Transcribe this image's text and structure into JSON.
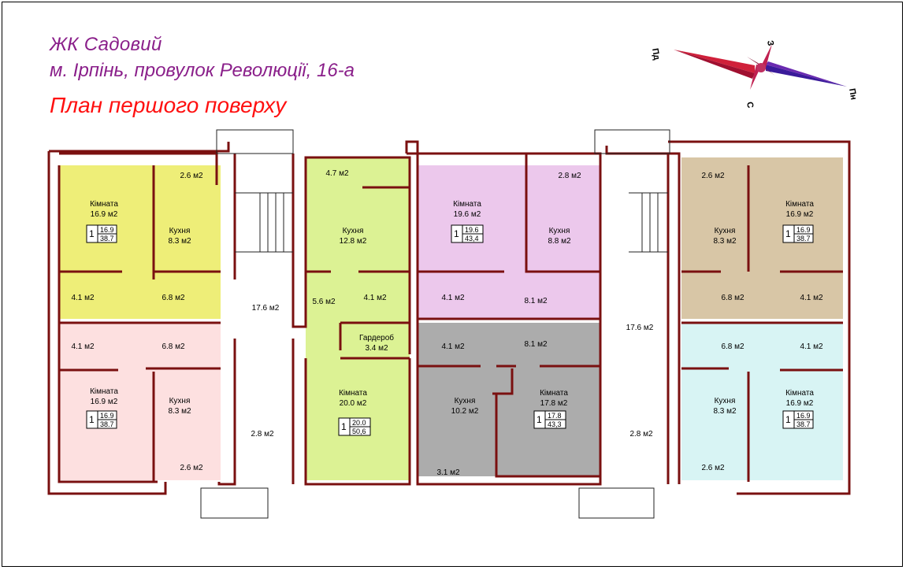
{
  "header": {
    "complex": "ЖК Садовий",
    "address": "м. Ірпінь, провулок Революції, 16-а",
    "plan_title": "План першого поверху"
  },
  "compass": {
    "n": "С",
    "s": "Пд",
    "e": "Пн",
    "w": "З"
  },
  "colors": {
    "yellow": "#eeee78",
    "pink": "#fde0e0",
    "green": "#dcf294",
    "lilac": "#ecc8ec",
    "gray": "#acacac",
    "tan": "#d8c6a6",
    "cyan": "#d8f4f4",
    "wall": "#7a1010",
    "title_purple": "#8a1f8a",
    "title_red": "#ff1010"
  },
  "rooms": [
    {
      "id": "r1",
      "name": "Кімната",
      "area": "16.9 м2"
    },
    {
      "id": "r2",
      "name": "Кухня",
      "area": "8.3 м2"
    },
    {
      "id": "r3",
      "area": "2.6 м2"
    },
    {
      "id": "r4",
      "area": "4.1 м2"
    },
    {
      "id": "r5",
      "area": "6.8 м2"
    },
    {
      "id": "r6",
      "area": "4.1 м2"
    },
    {
      "id": "r7",
      "area": "6.8 м2"
    },
    {
      "id": "r8",
      "name": "Кімната",
      "area": "16.9 м2"
    },
    {
      "id": "r9",
      "name": "Кухня",
      "area": "8.3 м2"
    },
    {
      "id": "r10",
      "area": "2.6 м2"
    },
    {
      "id": "r11",
      "area": "17.6 м2"
    },
    {
      "id": "r12",
      "area": "2.8 м2"
    },
    {
      "id": "r13",
      "area": "4.7 м2"
    },
    {
      "id": "r14",
      "name": "Кухня",
      "area": "12.8 м2"
    },
    {
      "id": "r15",
      "area": "5.6 м2"
    },
    {
      "id": "r16",
      "area": "4.1 м2"
    },
    {
      "id": "r17",
      "name": "Гардероб",
      "area": "3.4 м2"
    },
    {
      "id": "r18",
      "name": "Кімната",
      "area": "20.0 м2"
    },
    {
      "id": "r19",
      "name": "Кімната",
      "area": "19.6 м2"
    },
    {
      "id": "r20",
      "area": "2.8 м2"
    },
    {
      "id": "r21",
      "name": "Кухня",
      "area": "8.8 м2"
    },
    {
      "id": "r22",
      "area": "4.1 м2"
    },
    {
      "id": "r23",
      "area": "8.1 м2"
    },
    {
      "id": "r24",
      "area": "4.1 м2"
    },
    {
      "id": "r25",
      "area": "8.1 м2"
    },
    {
      "id": "r26",
      "name": "Кухня",
      "area": "10.2 м2"
    },
    {
      "id": "r27",
      "name": "Кімната",
      "area": "17.8 м2"
    },
    {
      "id": "r28",
      "area": "3.1 м2"
    },
    {
      "id": "r29",
      "area": "17.6 м2"
    },
    {
      "id": "r30",
      "area": "2.8 м2"
    },
    {
      "id": "r31",
      "area": "2.6 м2"
    },
    {
      "id": "r32",
      "name": "Кімната",
      "area": "16.9 м2"
    },
    {
      "id": "r33",
      "name": "Кухня",
      "area": "8.3 м2"
    },
    {
      "id": "r34",
      "area": "6.8 м2"
    },
    {
      "id": "r35",
      "area": "4.1 м2"
    },
    {
      "id": "r36",
      "area": "6.8 м2"
    },
    {
      "id": "r37",
      "area": "4.1 м2"
    },
    {
      "id": "r38",
      "name": "Кімната",
      "area": "16.9 м2"
    },
    {
      "id": "r39",
      "name": "Кухня",
      "area": "8.3 м2"
    },
    {
      "id": "r40",
      "area": "2.6 м2"
    }
  ],
  "badges": [
    {
      "id": "b1",
      "rooms": "1",
      "living": "16.9",
      "total": "38.7"
    },
    {
      "id": "b2",
      "rooms": "1",
      "living": "16.9",
      "total": "38.7"
    },
    {
      "id": "b3",
      "rooms": "1",
      "living": "20.0",
      "total": "50,6"
    },
    {
      "id": "b4",
      "rooms": "1",
      "living": "19.6",
      "total": "43,4"
    },
    {
      "id": "b5",
      "rooms": "1",
      "living": "17.8",
      "total": "43,3"
    },
    {
      "id": "b6",
      "rooms": "1",
      "living": "16.9",
      "total": "38.7"
    },
    {
      "id": "b7",
      "rooms": "1",
      "living": "16.9",
      "total": "38.7"
    }
  ]
}
